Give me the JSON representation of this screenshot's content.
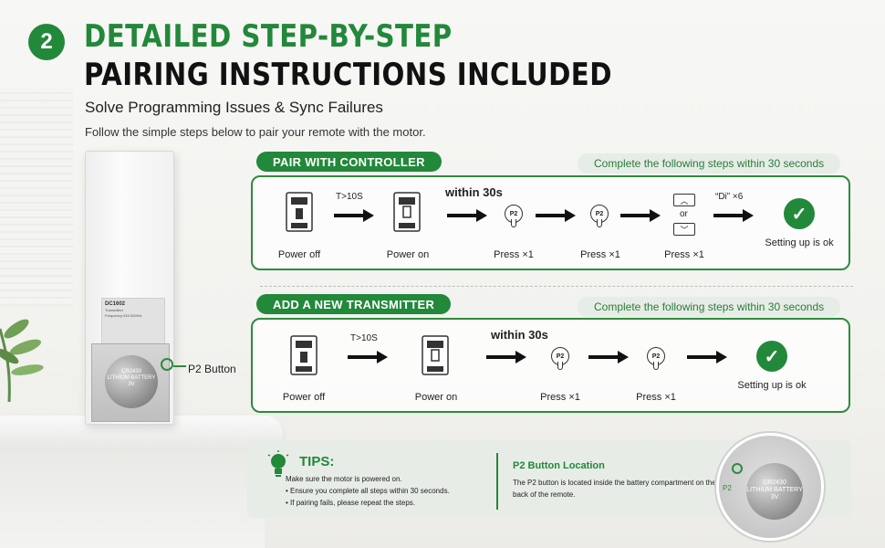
{
  "header": {
    "step_number": "2",
    "title_line1": "DETAILED STEP-BY-STEP",
    "title_line2": "PAIRING INSTRUCTIONS INCLUDED",
    "subtitle": "Solve Programming Issues & Sync Failures",
    "intro": "Follow the simple steps below to pair your remote with the motor."
  },
  "remote": {
    "model": "DC1602",
    "sub_lines": [
      "Transmitter",
      "Frequency:433.92MHz"
    ],
    "battery_text": [
      "CR2430",
      "LITHIUM BATTERY",
      "3V"
    ],
    "p2_label": "P2 Button"
  },
  "pair_controller": {
    "tag": "PAIR WITH CONTROLLER",
    "timer": "Complete the following steps within 30 seconds",
    "delay_label": "T>10S",
    "within": "within 30s",
    "or_label": "or",
    "beeps": "“Di” ×6",
    "p2_text": "P2",
    "steps": [
      "Power off",
      "Power on",
      "Press ×1",
      "Press ×1",
      "Press ×1",
      "Setting up is ok"
    ]
  },
  "add_transmitter": {
    "tag": "ADD A NEW TRANSMITTER",
    "timer": "Complete the following steps within 30 seconds",
    "delay_label": "T>10S",
    "within": "within 30s",
    "p2_text": "P2",
    "steps": [
      "Power off",
      "Power on",
      "Press ×1",
      "Press ×1",
      "Setting up is ok"
    ]
  },
  "tips": {
    "title": "TIPS:",
    "items": [
      "Make sure the motor is powered on.",
      "• Ensure you complete all steps within 30 seconds.",
      "• If pairing fails, please repeat the steps."
    ],
    "location_title": "P2 Button Location",
    "location_text": "The P2 button is located inside the battery compartment on the back of the remote.",
    "zoom_p2": "P2",
    "zoom_battery": [
      "CR2430",
      "LITHIUM BATTERY",
      "3V"
    ]
  },
  "colors": {
    "accent": "#22883a",
    "pill_bg": "#e6ede6",
    "text": "#222222"
  }
}
